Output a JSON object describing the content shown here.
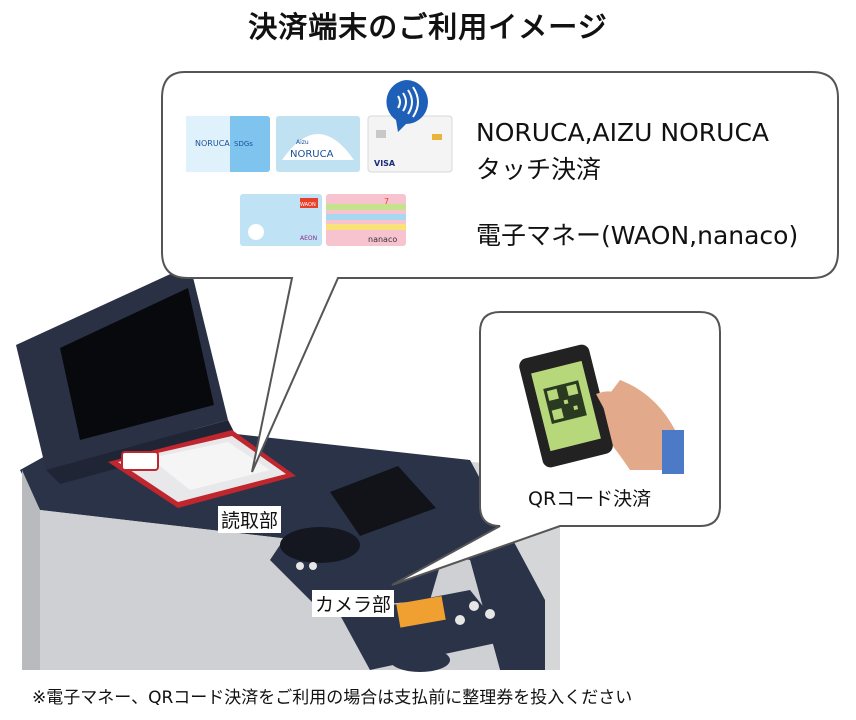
{
  "title": "決済端末のご利用イメージ",
  "card_payment": {
    "line1": "NORUCA,AIZU NORUCA",
    "line2": "タッチ決済",
    "emoney": "電子マネー(WAON,nanaco)",
    "cards": [
      {
        "name": "NORUCA",
        "sub": "SDGs"
      },
      {
        "name": "NORUCA",
        "sub": "Aizu"
      },
      {
        "name": "VISA",
        "sub": ""
      },
      {
        "name": "WAON",
        "sub": "AEON"
      },
      {
        "name": "nanaco",
        "sub": "7"
      }
    ]
  },
  "qr_payment": {
    "label": "QRコード決済"
  },
  "terminal": {
    "reader_label": "読取部",
    "camera_label": "カメラ部"
  },
  "footnote": "※電子マネー、QRコード決済をご利用の場合は支払前に整理券を投入ください",
  "colors": {
    "terminal_body": "#2b3348",
    "accent_red": "#c0262e",
    "qr_screen": "#b6d77a",
    "contactless": "#1e5fb8",
    "bubble_border": "#555555"
  }
}
